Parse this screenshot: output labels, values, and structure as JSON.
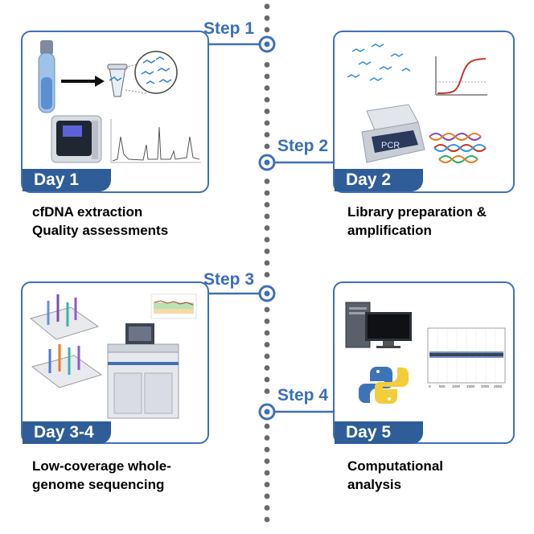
{
  "steps": [
    {
      "label": "Step 1",
      "day": "Day 1",
      "caption": [
        "cfDNA extraction",
        "Quality assessments"
      ]
    },
    {
      "label": "Step 2",
      "day": "Day 2",
      "caption": [
        "Library preparation &",
        "amplification"
      ]
    },
    {
      "label": "Step 3",
      "day": "Day 3-4",
      "caption": [
        "Low-coverage whole-",
        "genome sequencing"
      ]
    },
    {
      "label": "Step 4",
      "day": "Day 5",
      "caption": [
        "Computational",
        "analysis"
      ]
    }
  ],
  "pcr_label": "PCR",
  "colors": {
    "accent": "#3f70b6",
    "tab": "#2e5d98",
    "dots": "#6a6a6a"
  }
}
